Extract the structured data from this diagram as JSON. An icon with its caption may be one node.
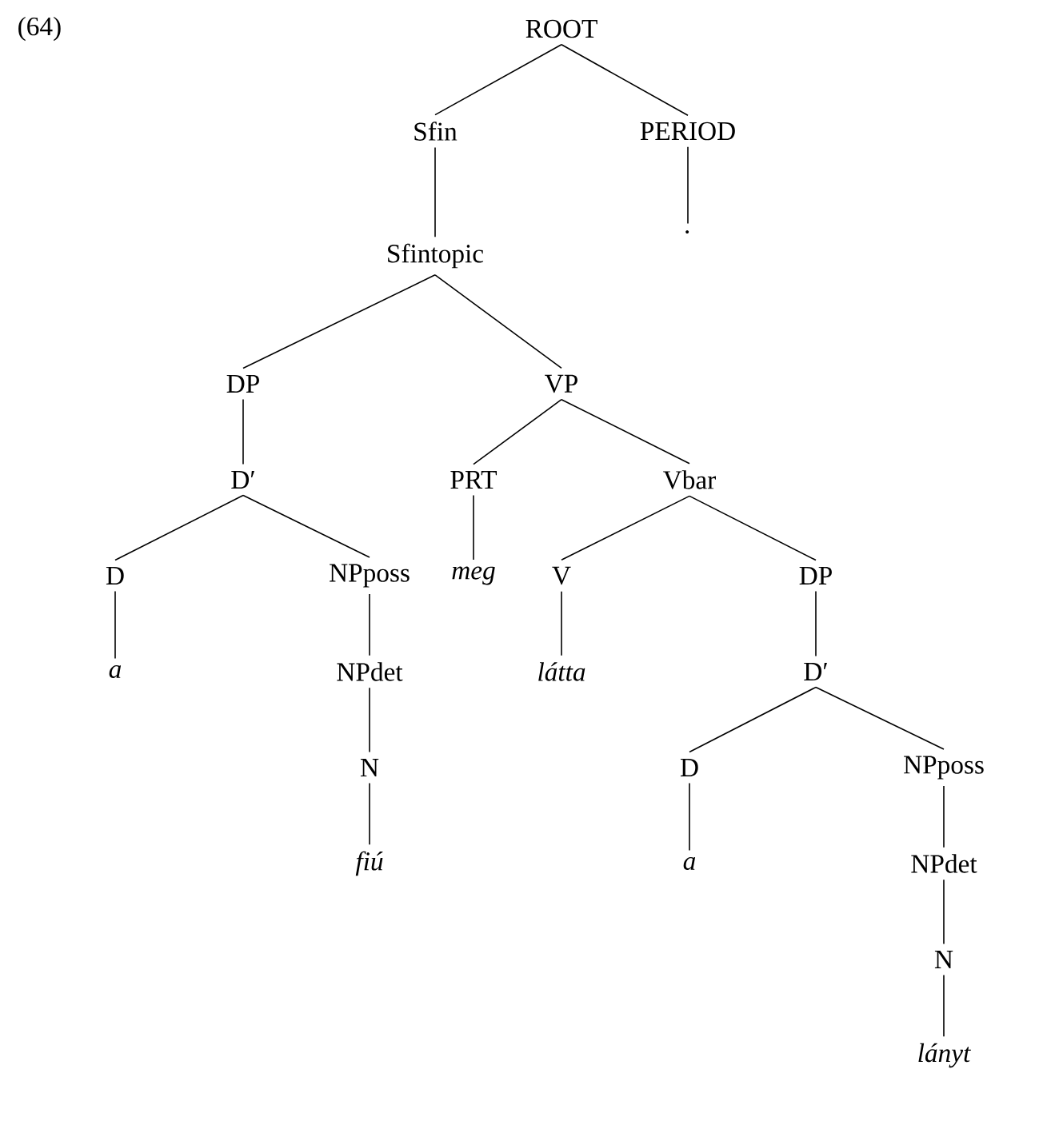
{
  "diagram": {
    "nodes": [
      {
        "text": [
          "ROOT"
        ]
      },
      {
        "text": [
          "Sfin"
        ]
      },
      {
        "text": [
          "PERIOD"
        ]
      },
      {
        "text": [
          "Sfintopic"
        ]
      },
      {
        "text": [
          "."
        ]
      },
      {
        "text": [
          "DP"
        ]
      },
      {
        "text": [
          "VP"
        ]
      },
      {
        "text": [
          "D′"
        ]
      },
      {
        "text": [
          "PRT"
        ]
      },
      {
        "text": [
          "Vbar"
        ]
      },
      {
        "text": [
          "D"
        ]
      },
      {
        "text": [
          "NPposs"
        ]
      },
      {
        "text": [
          "meg"
        ]
      },
      {
        "text": [
          "V"
        ]
      },
      {
        "text": [
          "DP"
        ]
      },
      {
        "text": [
          "a"
        ]
      },
      {
        "text": [
          "NPdet"
        ]
      },
      {
        "text": [
          "látta"
        ]
      },
      {
        "text": [
          "D′"
        ]
      },
      {
        "text": [
          "N"
        ]
      },
      {
        "text": [
          "D"
        ]
      },
      {
        "text": [
          "NPposs"
        ]
      },
      {
        "text": [
          "fiú"
        ]
      },
      {
        "text": [
          "a"
        ]
      },
      {
        "text": [
          "NPdet"
        ]
      },
      {
        "text": [
          "N"
        ]
      },
      {
        "text": [
          "lányt"
        ]
      }
    ],
    "edges": [
      {
        "from": 0,
        "to": 1,
        "arrow": "none"
      },
      {
        "from": 0,
        "to": 2,
        "arrow": "none"
      },
      {
        "from": 1,
        "to": 3,
        "arrow": "none"
      },
      {
        "from": 2,
        "to": 4,
        "arrow": "none"
      },
      {
        "from": 3,
        "to": 5,
        "arrow": "none"
      },
      {
        "from": 3,
        "to": 6,
        "arrow": "none"
      },
      {
        "from": 5,
        "to": 7,
        "arrow": "none"
      },
      {
        "from": 6,
        "to": 8,
        "arrow": "none"
      },
      {
        "from": 6,
        "to": 9,
        "arrow": "none"
      },
      {
        "from": 7,
        "to": 10,
        "arrow": "none"
      },
      {
        "from": 7,
        "to": 11,
        "arrow": "none"
      },
      {
        "from": 8,
        "to": 12,
        "arrow": "none"
      },
      {
        "from": 9,
        "to": 13,
        "arrow": "none"
      },
      {
        "from": 9,
        "to": 14,
        "arrow": "none"
      },
      {
        "from": 10,
        "to": 15,
        "arrow": "none"
      },
      {
        "from": 11,
        "to": 16,
        "arrow": "none"
      },
      {
        "from": 13,
        "to": 17,
        "arrow": "none"
      },
      {
        "from": 14,
        "to": 18,
        "arrow": "none"
      },
      {
        "from": 16,
        "to": 19,
        "arrow": "none"
      },
      {
        "from": 18,
        "to": 20,
        "arrow": "none"
      },
      {
        "from": 18,
        "to": 21,
        "arrow": "none"
      },
      {
        "from": 19,
        "to": 22,
        "arrow": "none"
      },
      {
        "from": 20,
        "to": 23,
        "arrow": "none"
      },
      {
        "from": 21,
        "to": 24,
        "arrow": "none"
      },
      {
        "from": 24,
        "to": 25,
        "arrow": "none"
      },
      {
        "from": 25,
        "to": 26,
        "arrow": "none"
      }
    ],
    "labels": [
      "(64)"
    ]
  }
}
